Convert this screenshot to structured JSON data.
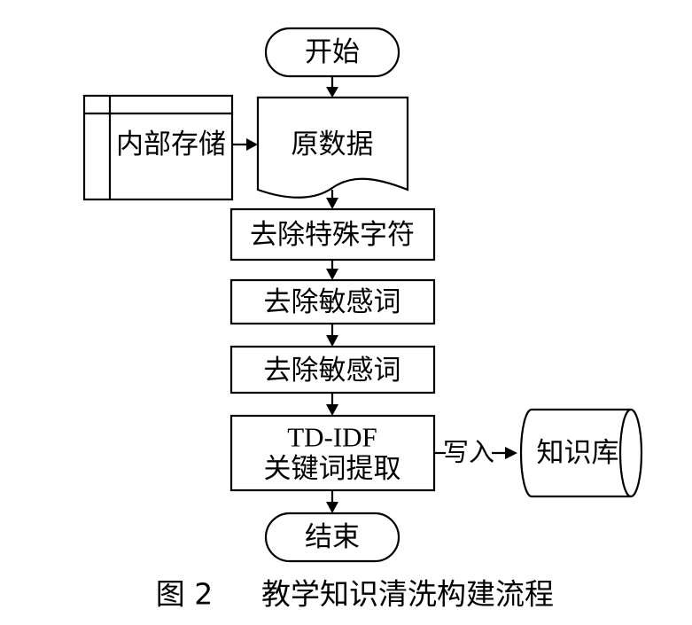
{
  "nodes": {
    "start": "开始",
    "internal_storage": "内部存储",
    "raw_data": "原数据",
    "step1": "去除特殊字符",
    "step2": "去除敏感词",
    "step3": "去除敏感词",
    "step4_line1": "TD-IDF",
    "step4_line2": "关键词提取",
    "knowledge_base": "知识库",
    "end": "结束"
  },
  "edges": {
    "write_label": "写入"
  },
  "caption": {
    "number": "图 2",
    "text": "教学知识清洗构建流程"
  }
}
